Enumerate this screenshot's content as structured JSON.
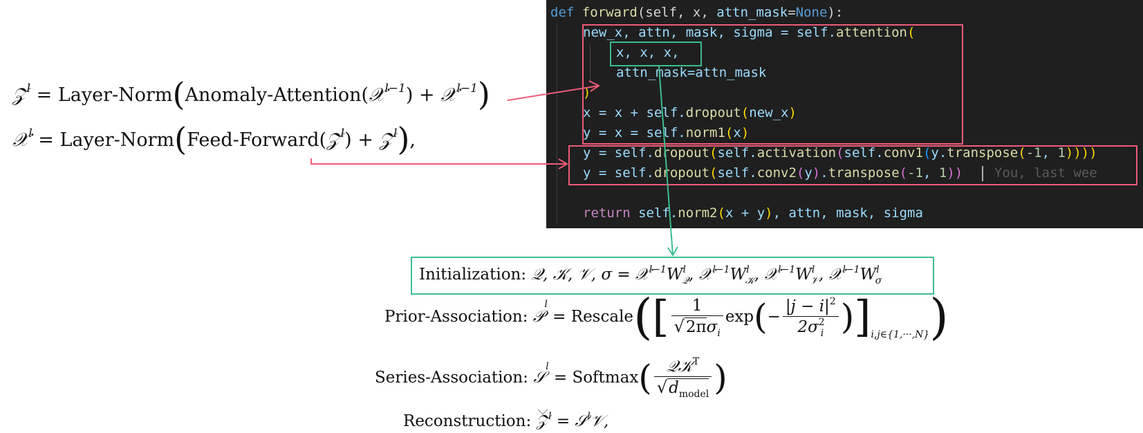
{
  "equations": {
    "zl": {
      "lhs": "𝒵",
      "lhs_sup": "l",
      "equals": "=",
      "fn": "Layer-Norm",
      "inner_fn": "Anomaly-Attention(",
      "arg1": "𝒳",
      "arg1_sup": "l−1",
      "close1": ")",
      "plus": "+",
      "arg2": "𝒳",
      "arg2_sup": "l−1"
    },
    "xl": {
      "lhs": "𝒳",
      "lhs_sup": "l",
      "equals": "=",
      "fn": "Layer-Norm",
      "inner_fn": "Feed-Forward(",
      "arg1": "𝒵",
      "arg1_sup": "l",
      "close1": ")",
      "plus": "+",
      "arg2": "𝒵",
      "arg2_sup": "l",
      "trailing": ","
    }
  },
  "code": {
    "line1": {
      "kw": "def",
      "fn": "forward",
      "rest_a": "(self, x, ",
      "param": "attn_mask",
      "eq": "=",
      "none": "None",
      "rest_b": "):"
    },
    "line2": {
      "text": "new_x, attn, mask, sigma = self.",
      "fn": "attention",
      "bracket": "("
    },
    "line3": {
      "text": "x, x, x,"
    },
    "line4": {
      "text": "attn_mask=attn_mask"
    },
    "line5": {
      "bracket": ")"
    },
    "line6": {
      "a": "x = x + self.",
      "fn": "dropout",
      "b1": "(",
      "b": "new_x",
      "b2": ")"
    },
    "line7": {
      "a": "y = x = self.",
      "fn": "norm1",
      "b1": "(",
      "b": "x",
      "b2": ")"
    },
    "line8": {
      "a": "y = self.",
      "fn1": "dropout",
      "p1": "(",
      "b": "self.",
      "fn2": "activation",
      "p2": "(",
      "c": "self.",
      "fn3": "conv1",
      "p3": "(",
      "d": "y.",
      "fn4": "transpose",
      "p4": "(",
      "n1": "-1",
      "comma": ", ",
      "n2": "1",
      "close": "))))"
    },
    "line9": {
      "a": "y = self.",
      "fn1": "dropout",
      "p1": "(",
      "b": "self.",
      "fn2": "conv2",
      "p2": "(",
      "c": "y",
      "p2c": ")",
      "d": ".",
      "fn3": "transpose",
      "p3": "(",
      "n1": "-1",
      "comma": ", ",
      "n2": "1",
      "close": "))",
      "ghost": "You, last wee"
    },
    "line10": {
      "kw": "return",
      "a": " self.",
      "fn": "norm2",
      "p1": "(",
      "b": "x + y",
      "p2": ")",
      "c": ", attn, mask, sigma"
    }
  },
  "steps": {
    "init": {
      "label": "Initialization:",
      "body": "𝒬, 𝒦, 𝒱, σ = 𝒳",
      "s1": "l−1",
      "w1": "W",
      "w1sup": "l",
      "w1sub": "𝒬",
      "c1": ", 𝒳",
      "s2": "l−1",
      "w2": "W",
      "w2sup": "l",
      "w2sub": "𝒦",
      "c2": ", 𝒳",
      "s3": "l−1",
      "w3": "W",
      "w3sup": "l",
      "w3sub": "𝒱",
      "c3": ", 𝒳",
      "s4": "l−1",
      "w4": "W",
      "w4sup": "l",
      "w4sub": "σ"
    },
    "prior": {
      "label": "Prior-Association:",
      "lhs": "𝒫",
      "lhs_sup": "l",
      "eq": "= Rescale",
      "num": "1",
      "den_a": "2π",
      "den_b": "σ",
      "den_sub": "i",
      "exp": "exp",
      "num2": "|j − i|",
      "num2_sup": "2",
      "den2": "2σ",
      "den2_sup": "2",
      "den2_sub": "i",
      "range": "i,j∈{1,···,N}"
    },
    "series": {
      "label": "Series-Association:",
      "lhs": "𝒮",
      "lhs_sup": "l",
      "eq": "= Softmax",
      "num": "𝒬𝒦",
      "num_sup": "T",
      "den": "d",
      "den_sub": "model"
    },
    "recon": {
      "label": "Reconstruction:",
      "lhs": "𝒵",
      "lhs_sup": "l",
      "eq": "= 𝒮",
      "eq_sup": "l",
      "tail": "𝒱,"
    }
  },
  "colors": {
    "red_box": "#ef5b78",
    "green_box": "#3cbd8f",
    "code_bg": "#1f1f1f"
  }
}
